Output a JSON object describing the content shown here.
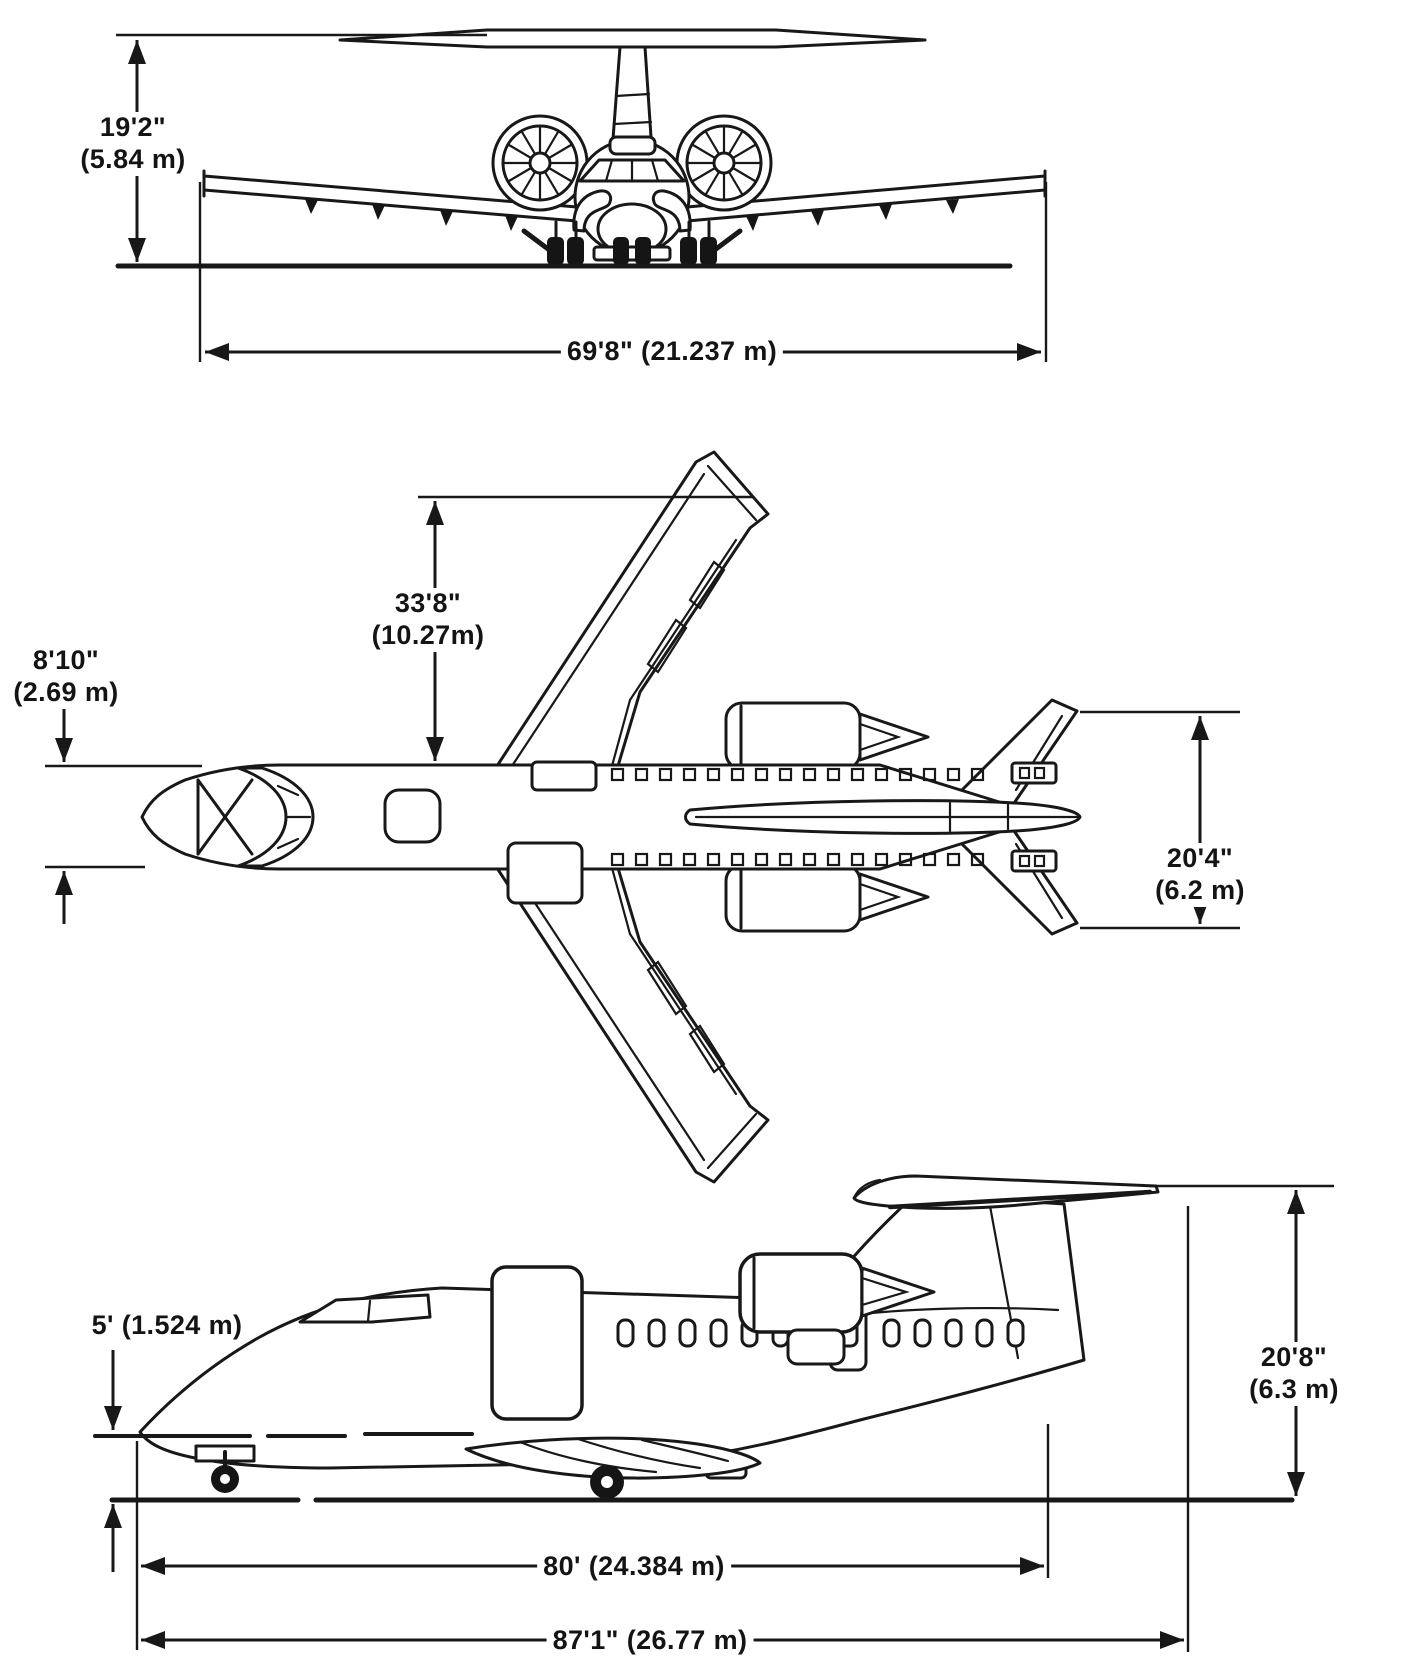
{
  "figure": {
    "kind": "aircraft-three-view-dimension-drawing"
  },
  "front_view": {
    "overall_height": {
      "imperial": "19'2\"",
      "metric": "(5.84 m)"
    },
    "wingspan": {
      "label": "69'8\" (21.237 m)"
    }
  },
  "top_view": {
    "wingtip_to_fuselage": {
      "imperial": "33'8\"",
      "metric": "(10.27m)"
    },
    "fuselage_width": {
      "imperial": "8'10\"",
      "metric": "(2.69 m)"
    },
    "horizontal_tail_span": {
      "imperial": "20'4\"",
      "metric": "(6.2 m)"
    }
  },
  "side_view": {
    "nose_height": {
      "label": "5' (1.524 m)"
    },
    "tail_height": {
      "imperial": "20'8\"",
      "metric": "(6.3 m)"
    },
    "fuselage_length": {
      "label": "80' (24.384 m)"
    },
    "overall_length": {
      "label": "87'1\" (26.77 m)"
    }
  }
}
